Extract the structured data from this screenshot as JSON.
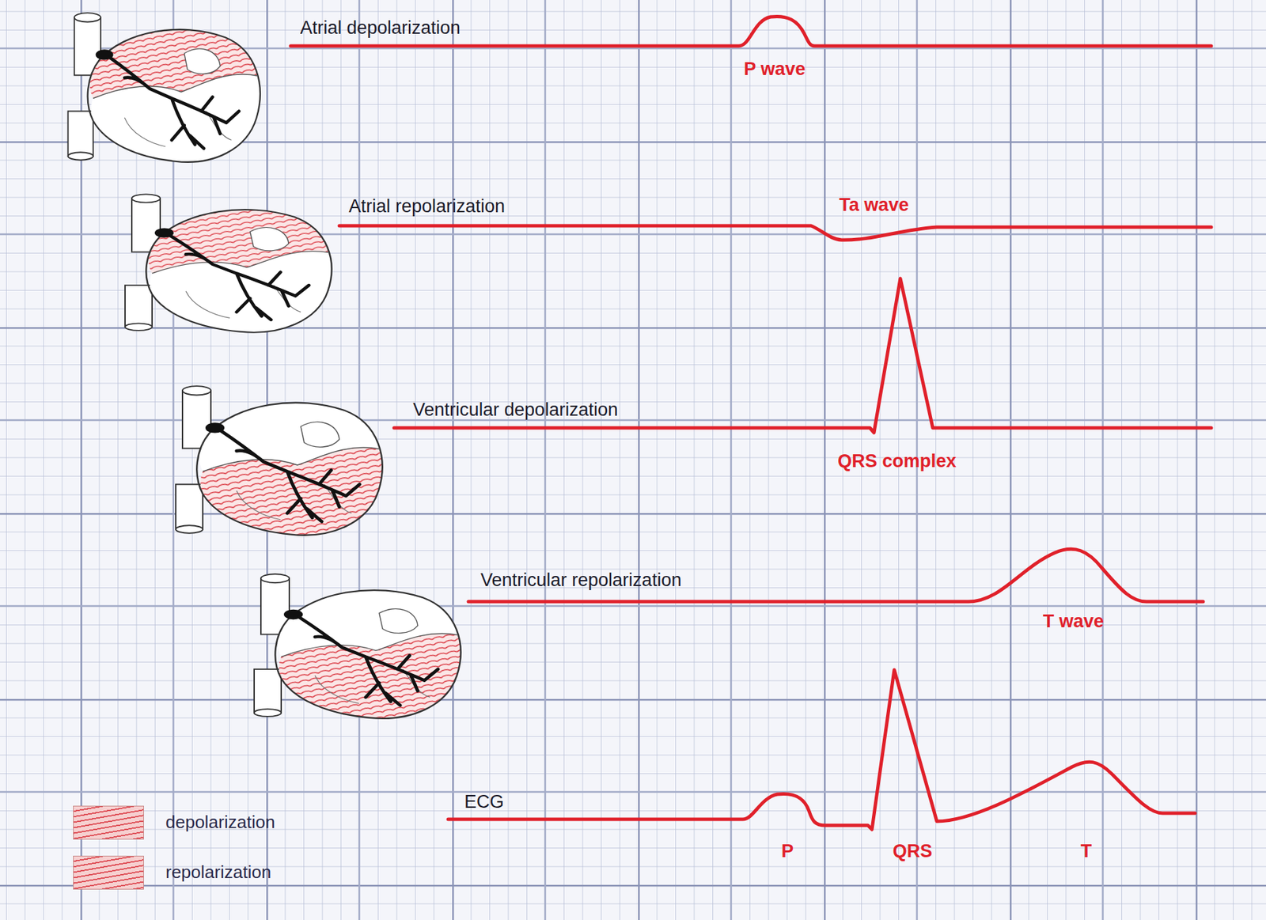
{
  "diagram": {
    "labels": [
      "Atrial depolarization",
      "P wave",
      "Atrial repolarization",
      "Ta wave",
      "Ventricular depolarization",
      "QRS complex",
      "Ventricular repolarization",
      "T wave",
      "ECG",
      "P",
      "QRS",
      "T"
    ],
    "legend": [
      {
        "text": "depolarization",
        "color": "#f6d0d0"
      },
      {
        "text": "repolarization",
        "color": "#f6d0d0"
      }
    ]
  }
}
